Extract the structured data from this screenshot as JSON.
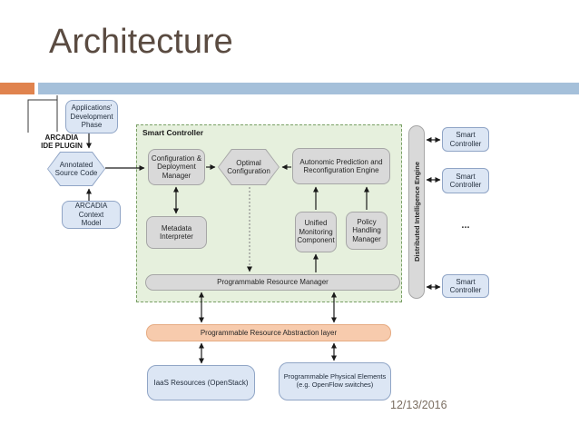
{
  "slide": {
    "title": "Architecture",
    "date": "12/13/2016"
  },
  "arcadia_plugin": {
    "label": "ARCADIA\nIDE PLUGIN",
    "app_dev_phase": "Applications'\nDevelopment\nPhase",
    "annotated_source_code": "Annotated\nSource Code",
    "context_model": "ARCADIA Context\nModel"
  },
  "smart_controller": {
    "title": "Smart Controller",
    "configuration_manager": "Configuration &\nDeployment\nManager",
    "optimal_configuration": "Optimal\nConfiguration",
    "autonomic_engine": "Autonomic Prediction and\nReconfiguration Engine",
    "metadata_interpreter": "Metadata\nInterpreter",
    "unified_monitoring": "Unified\nMonitoring\nComponent",
    "policy_manager": "Policy\nHandling\nManager",
    "resource_manager": "Programmable Resource Manager"
  },
  "distributed_engine": {
    "label": "Distributed Intelligence Engine",
    "controllers": [
      "Smart\nController",
      "Smart\nController",
      "Smart\nController"
    ],
    "ellipsis": "..."
  },
  "infrastructure": {
    "abstraction_layer": "Programmable Resource Abstraction layer",
    "iaas": "IaaS Resources (OpenStack)",
    "physical_elements": "Programmable Physical Elements\n(e.g. OpenFlow switches)"
  },
  "colors": {
    "title_text": "#5a4b41",
    "divider_orange": "#e0834e",
    "divider_blue": "#a5c0da",
    "container_green_fill": "#e6f0dd",
    "container_green_border": "#7aa066",
    "box_gray_fill": "#d9d9d9",
    "box_gray_border": "#a6a6a6",
    "box_blue_fill": "#dce6f4",
    "box_blue_border": "#90a5c6",
    "bar_orange_fill": "#f7cbad",
    "bar_orange_border": "#e6ab82",
    "date_text": "#7b6e61"
  }
}
